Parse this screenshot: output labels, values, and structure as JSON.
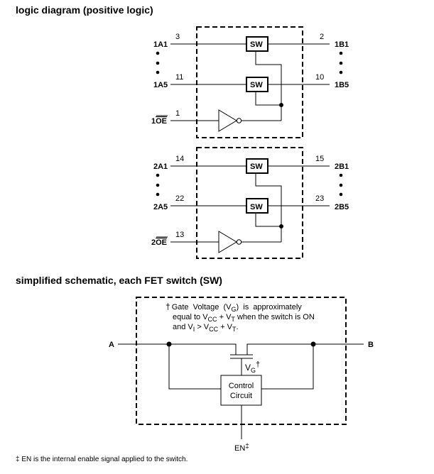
{
  "headings": {
    "logic_diagram": "logic diagram (positive logic)",
    "schematic": "simplified schematic, each FET switch (SW)"
  },
  "logic_blocks": [
    {
      "inputs": [
        {
          "label": "1A1",
          "pin": "3"
        },
        {
          "label": "1A5",
          "pin": "11"
        }
      ],
      "outputs": [
        {
          "label": "1B1",
          "pin": "2"
        },
        {
          "label": "1B5",
          "pin": "10"
        }
      ],
      "enable": {
        "prefix": "1",
        "label": "OE",
        "pin": "1"
      },
      "switch_label": "SW"
    },
    {
      "inputs": [
        {
          "label": "2A1",
          "pin": "14"
        },
        {
          "label": "2A5",
          "pin": "22"
        }
      ],
      "outputs": [
        {
          "label": "2B1",
          "pin": "15"
        },
        {
          "label": "2B5",
          "pin": "23"
        }
      ],
      "enable": {
        "prefix": "2",
        "label": "OE",
        "pin": "13"
      },
      "switch_label": "SW"
    }
  ],
  "schematic": {
    "note_dagger": "†",
    "note_line1_a": "Gate  Voltage  (V",
    "note_line1_sub": "G",
    "note_line1_b": ")  is  approximately",
    "note_line2_a": "equal to V",
    "note_line2_sub1": "CC",
    "note_line2_b": " + V",
    "note_line2_sub2": "T",
    "note_line2_c": " when the switch is ON",
    "note_line3_a": "and V",
    "note_line3_sub1": "I",
    "note_line3_b": " > V",
    "note_line3_sub2": "CC",
    "note_line3_c": " + V",
    "note_line3_sub3": "T",
    "note_line3_d": ".",
    "node_a": "A",
    "node_b": "B",
    "vg_label": "V",
    "vg_sub": "G",
    "vg_mark": "†",
    "control_line1": "Control",
    "control_line2": "Circuit",
    "en_label": "EN",
    "en_mark": "‡"
  },
  "footnote": {
    "mark": "‡",
    "text": "EN is the internal enable signal applied to the switch."
  }
}
